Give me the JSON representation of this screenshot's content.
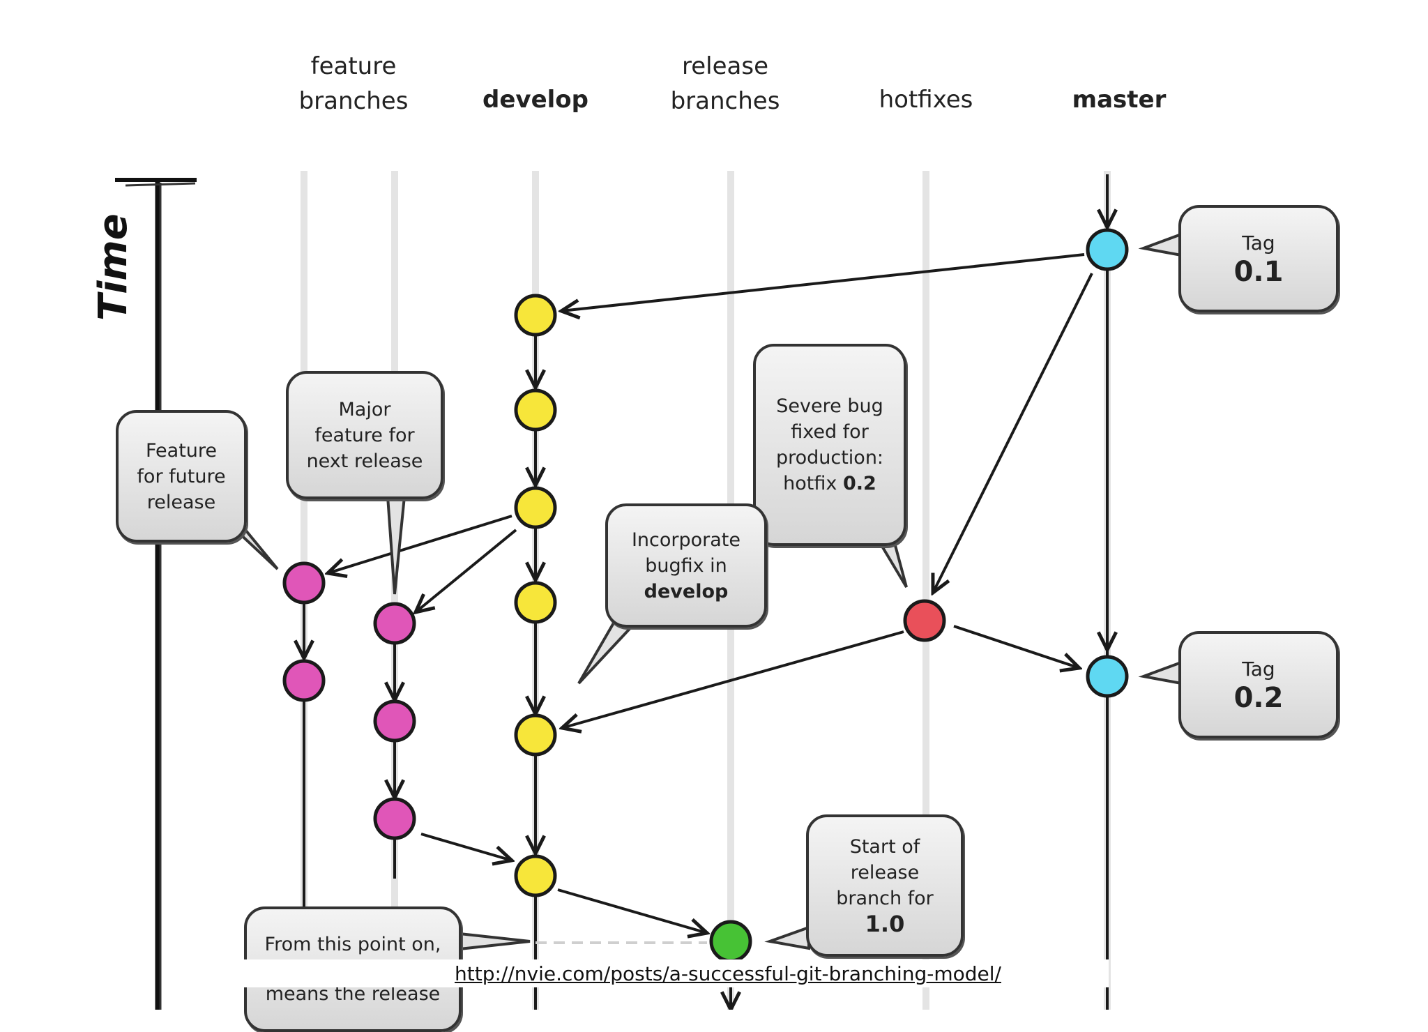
{
  "headers": {
    "feature_line1": "feature",
    "feature_line2": "branches",
    "develop": "develop",
    "release_line1": "release",
    "release_line2": "branches",
    "hotfixes": "hotfixes",
    "master": "master"
  },
  "time_label": "Time",
  "callouts": {
    "tag01": {
      "word": "Tag",
      "num": "0.1"
    },
    "tag02": {
      "word": "Tag",
      "num": "0.2"
    },
    "severe_bug": {
      "l1": "Severe bug",
      "l2": "fixed for",
      "l3": "production:",
      "l4": "hotfix ",
      "l4b": "0.2"
    },
    "incorporate": {
      "l1": "Incorporate",
      "l2": "bugfix in",
      "l3": "develop"
    },
    "major_feature": {
      "l1": "Major",
      "l2": "feature for",
      "l3": "next release"
    },
    "future_feature": {
      "l1": "Feature",
      "l2": "for future",
      "l3": "release"
    },
    "start_release": {
      "l1": "Start of",
      "l2": "release",
      "l3": "branch for",
      "l4": "1.0"
    },
    "from_point": {
      "l1": "From this point on,",
      "l2": "means the release"
    }
  },
  "colors": {
    "develop": "#f7e63a",
    "feature": "#e056b8",
    "master": "#5fd8f2",
    "hotfix": "#e9505a",
    "release": "#47c235",
    "lane": "#e6e6e6",
    "ink": "#1a1a1a"
  },
  "url": "http://nvie.com/posts/a-successful-git-branching-model/"
}
